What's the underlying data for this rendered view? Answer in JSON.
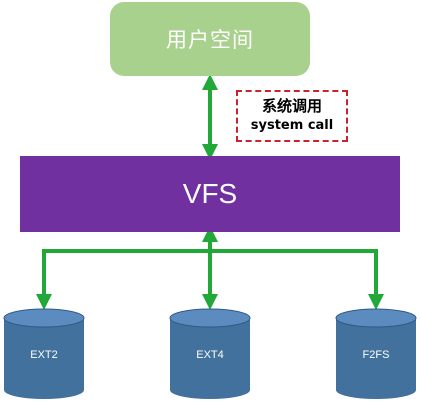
{
  "user_space": {
    "label": "用户空间"
  },
  "syscall": {
    "line1": "系统调用",
    "line2": "system call"
  },
  "vfs": {
    "label": "VFS"
  },
  "filesystems": [
    {
      "label": "EXT2"
    },
    {
      "label": "EXT4"
    },
    {
      "label": "F2FS"
    }
  ],
  "colors": {
    "user_space": "#a9d18e",
    "vfs": "#7030a0",
    "arrow": "#22a838",
    "cylinder": "#41719c",
    "cylinder_top": "#5b8bbf",
    "syscall_border": "#c8242b"
  }
}
